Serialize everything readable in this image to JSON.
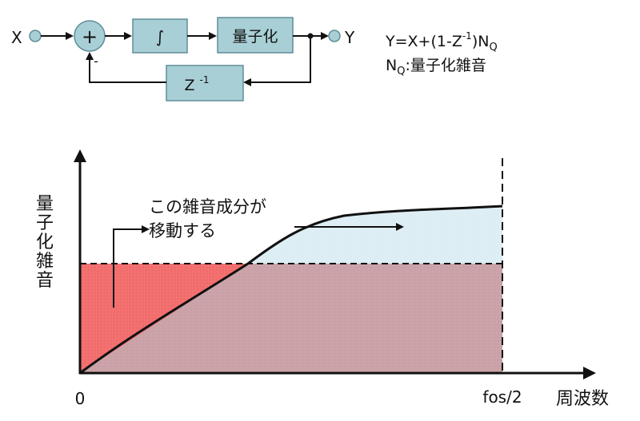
{
  "block_diagram": {
    "input_label": "X",
    "output_label": "Y",
    "sum_symbol": "+",
    "minus_sign": "-",
    "integrator_symbol": "∫",
    "quantizer_label": "量子化",
    "delay_base": "Z",
    "delay_exp": "-1"
  },
  "equations": {
    "line1_main": "Y=X+(1-Z",
    "line1_exp": "-1",
    "line1_rest": ")N",
    "line1_sub": "Q",
    "line2_main": "N",
    "line2_sub": "Q",
    "line2_rest": ":量子化雑音"
  },
  "graph": {
    "ylabel_chars": [
      "量",
      "子",
      "化",
      "雑",
      "音"
    ],
    "origin_label": "0",
    "fos_label": "fos/2",
    "xlabel": "周波数",
    "annotation_line1": "この雑音成分が",
    "annotation_line2": "移動する",
    "colors": {
      "flat_noise": "#c9a0a6",
      "low_band": "#f26b6b",
      "shaped_noise": "#dcedf3"
    }
  }
}
